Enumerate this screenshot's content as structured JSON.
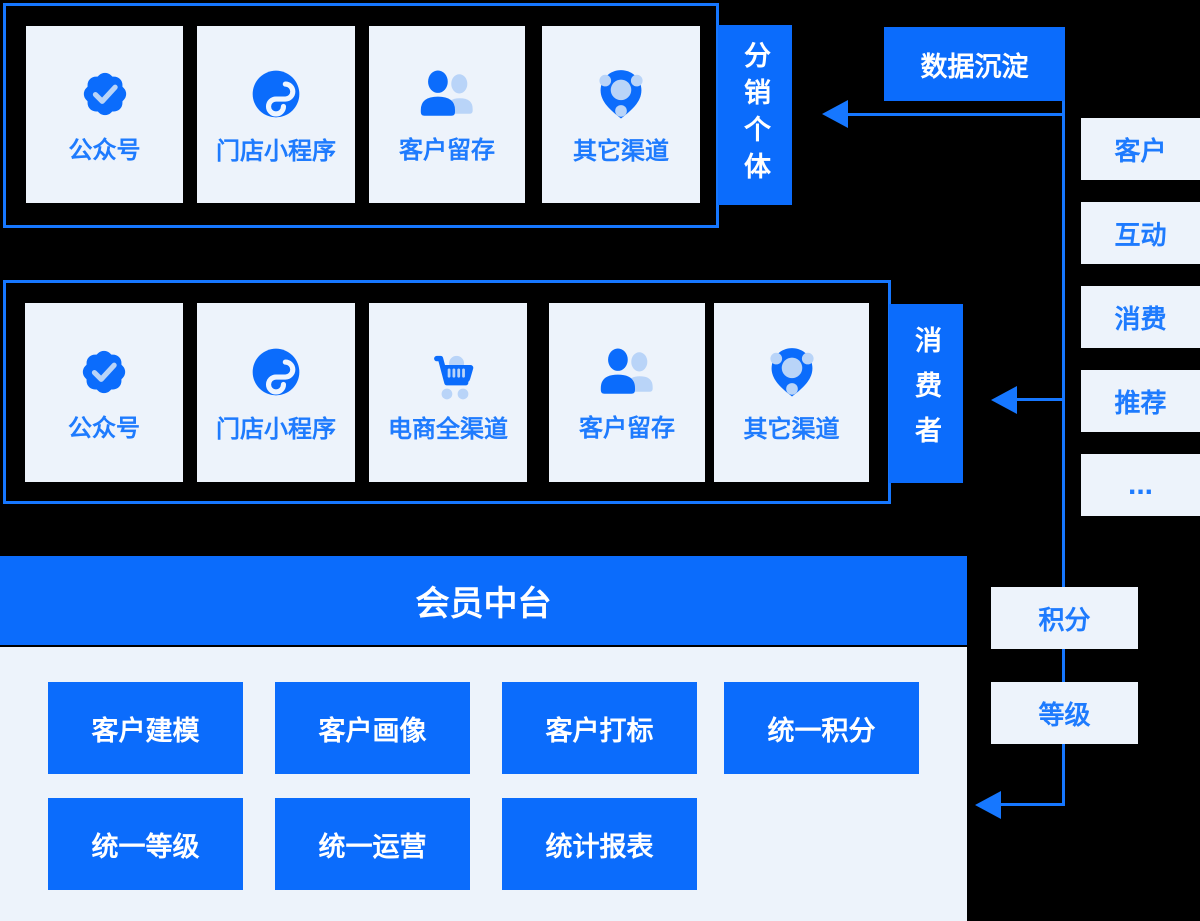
{
  "colors": {
    "accent": "#0b6cfc",
    "connector_line": "#1677ff",
    "card_background": "#edf3fb",
    "card_text": "#1e7bfe",
    "icon_light": "#b9d4f8",
    "text_on_accent": "#ffffff",
    "page_background": "#000000"
  },
  "top_row": {
    "label": "分销个体",
    "cards": [
      {
        "icon": "badge-check-icon",
        "label": "公众号"
      },
      {
        "icon": "miniprogram-icon",
        "label": "门店小程序"
      },
      {
        "icon": "users-icon",
        "label": "客户留存"
      },
      {
        "icon": "network-icon",
        "label": "其它渠道"
      }
    ]
  },
  "middle_row": {
    "label": "消费者",
    "cards": [
      {
        "icon": "badge-check-icon",
        "label": "公众号"
      },
      {
        "icon": "miniprogram-icon",
        "label": "门店小程序"
      },
      {
        "icon": "cart-icon",
        "label": "电商全渠道"
      },
      {
        "icon": "users-icon",
        "label": "客户留存"
      },
      {
        "icon": "network-icon",
        "label": "其它渠道"
      }
    ]
  },
  "data_flow": {
    "title": "数据沉淀",
    "tags": [
      "客户",
      "互动",
      "消费",
      "推荐",
      "..."
    ],
    "mid_tags": [
      "积分",
      "等级"
    ]
  },
  "platform": {
    "title": "会员中台",
    "modules_row1": [
      "客户建模",
      "客户画像",
      "客户打标",
      "统一积分"
    ],
    "modules_row2": [
      "统一等级",
      "统一运营",
      "统计报表"
    ]
  }
}
